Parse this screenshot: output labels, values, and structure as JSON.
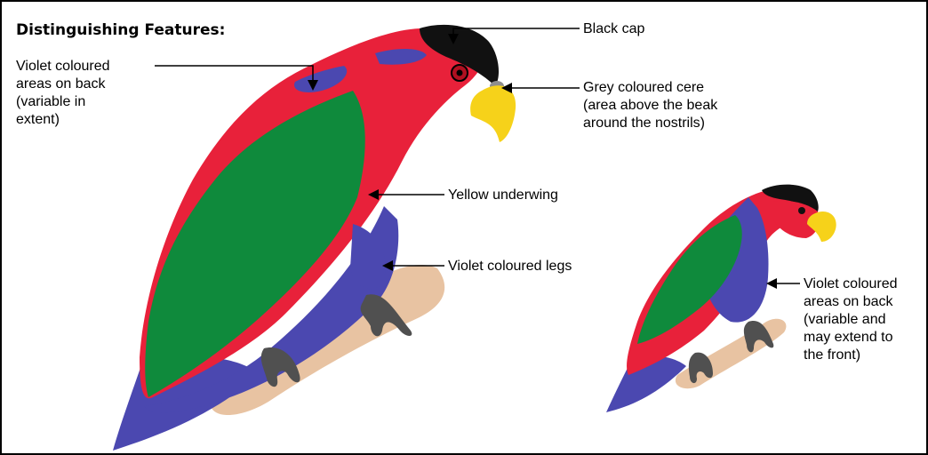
{
  "heading": "Distinguishing Features:",
  "labels": {
    "black_cap": "Black cap",
    "violet_back_left": "Violet coloured\nareas on back\n(variable in\nextent)",
    "grey_cere": "Grey coloured cere\n(area above the beak\naround the nostrils)",
    "yellow_underwing": "Yellow underwing",
    "violet_legs": "Violet coloured legs",
    "violet_back_right": "Violet coloured\nareas on back\n(variable and\nmay extend to\nthe front)"
  },
  "colors": {
    "red": "#e8213a",
    "green": "#0f8a3c",
    "violet": "#4b48b0",
    "black": "#111111",
    "yellow": "#f6d21a",
    "branch": "#e8c3a2",
    "claw": "#505050"
  }
}
